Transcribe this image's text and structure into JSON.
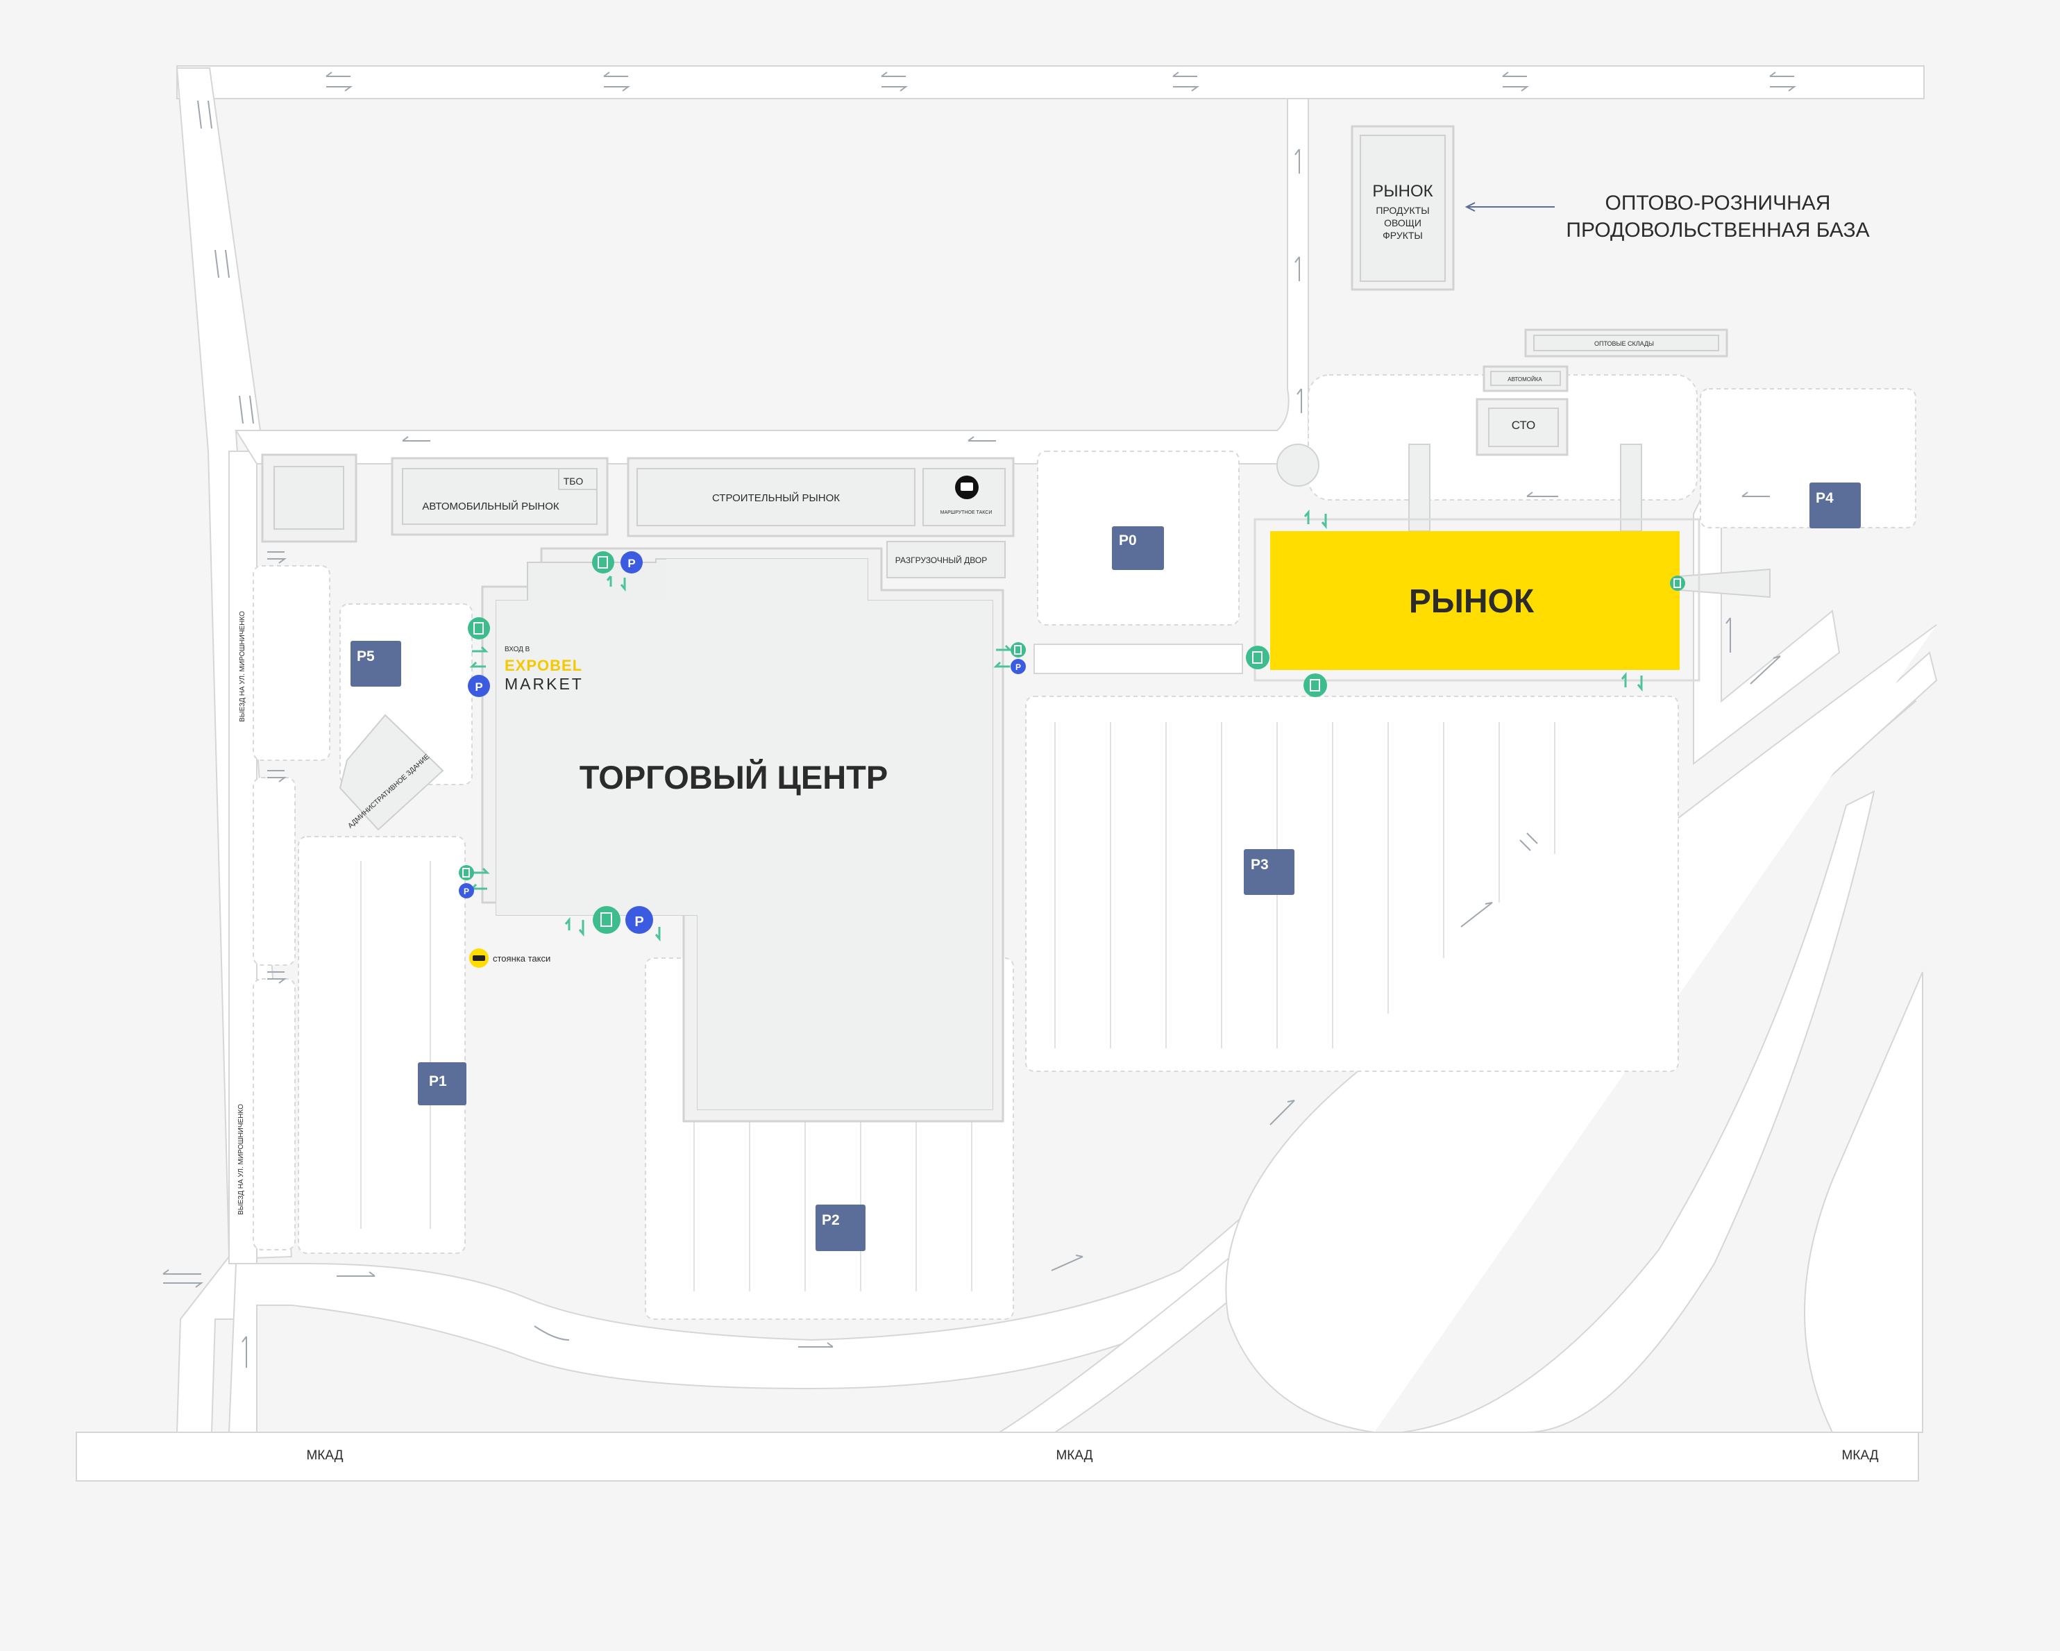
{
  "labels": {
    "mall": "ТОРГОВЫЙ ЦЕНТР",
    "market_main": "РЫНОК",
    "food_market_title": "РЫНОК",
    "food_market_line1": "ПРОДУКТЫ",
    "food_market_line2": "ОВОЩИ",
    "food_market_line3": "ФРУКТЫ",
    "wholesale_line1": "ОПТОВО-РОЗНИЧНАЯ",
    "wholesale_line2": "ПРОДОВОЛЬСТВЕННАЯ БАЗА",
    "wholesale_warehouses": "ОПТОВЫЕ СКЛАДЫ",
    "carwash": "АВТОМОЙКА",
    "service": "СТО",
    "car_market": "АВТОМОБИЛЬНЫЙ РЫНОК",
    "tbo": "ТБО",
    "building_market": "СТРОИТЕЛЬНЫЙ РЫНОК",
    "minibus": "МАРШРУТНОЕ ТАКСИ",
    "unloading": "РАЗГРУЗОЧНЫЙ ДВОР",
    "admin": "АДМИНИСТРАТИВНОЕ ЗДАНИЕ",
    "entrance_to": "ВХОД В",
    "brand_top": "EXPOBEL",
    "brand_bottom": "MARKET",
    "taxi_stand": "стоянка такси",
    "exit_street": "ВЫЕЗД НА УЛ. МИРОШНИЧЕНКО",
    "mkad": "МКАД"
  },
  "parking": {
    "p0": "P0",
    "p1": "P1",
    "p2": "P2",
    "p3": "P3",
    "p4": "P4",
    "p5": "P5"
  },
  "icons": {
    "entrance": "entrance-door-icon",
    "parking": "parking-icon",
    "taxi": "taxi-icon",
    "bus": "bus-icon",
    "arrow": "direction-arrow-icon"
  },
  "colors": {
    "background": "#f5f5f5",
    "market_highlight": "#ffdd00",
    "parking_badge": "#5a6e99",
    "entrance_badge": "#3dbd8e",
    "parking_icon": "#3b5be0",
    "brand_accent": "#f5c800"
  }
}
